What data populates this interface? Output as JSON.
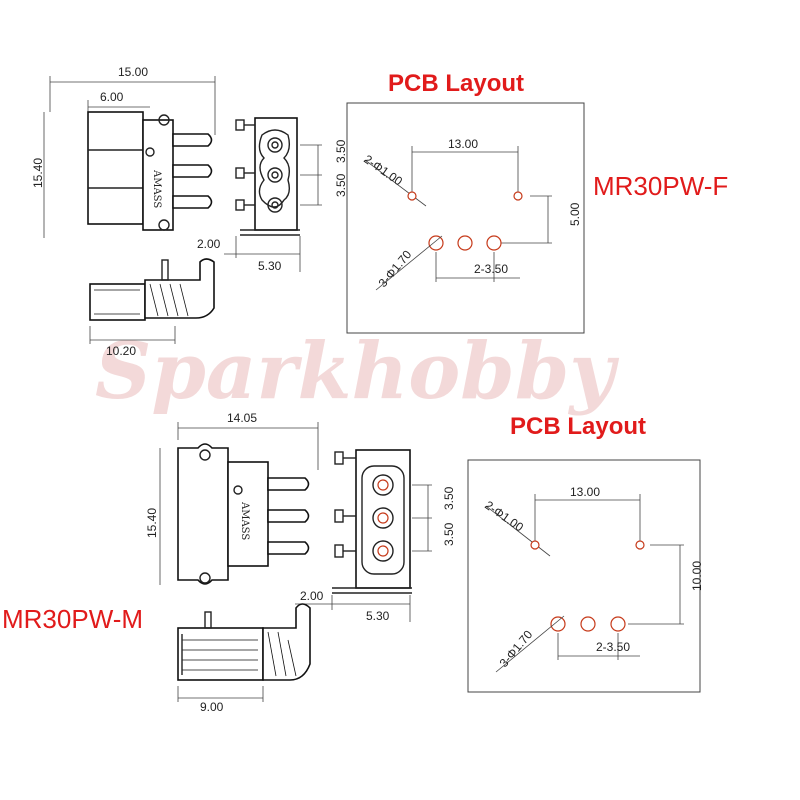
{
  "watermark": "Sparkhobby",
  "pcb_heading": "PCB Layout",
  "top_part": {
    "part_no": "MR30PW-F",
    "brand": "AMASS",
    "dims": {
      "overall_length": "15.00",
      "body_length": "6.00",
      "height": "15.40",
      "pin_offset": "2.00",
      "depth": "5.30",
      "pitch_upper": "3.50",
      "pitch_lower": "3.50",
      "side_length": "10.20"
    },
    "pcb": {
      "span": "13.00",
      "mount_holes": "2-Φ1.00",
      "vertical": "5.00",
      "pin_holes": "3-Φ1.70",
      "pin_pitch": "2-3.50"
    }
  },
  "bottom_part": {
    "part_no": "MR30PW-M",
    "brand": "AMASS",
    "dims": {
      "overall_length": "14.05",
      "height": "15.40",
      "pin_offset": "2.00",
      "depth": "5.30",
      "pitch_upper": "3.50",
      "pitch_lower": "3.50",
      "side_length": "9.00"
    },
    "pcb": {
      "span": "13.00",
      "mount_holes": "2-Φ1.00",
      "vertical": "10.00",
      "pin_holes": "3-Φ1.70",
      "pin_pitch": "2-3.50"
    }
  }
}
